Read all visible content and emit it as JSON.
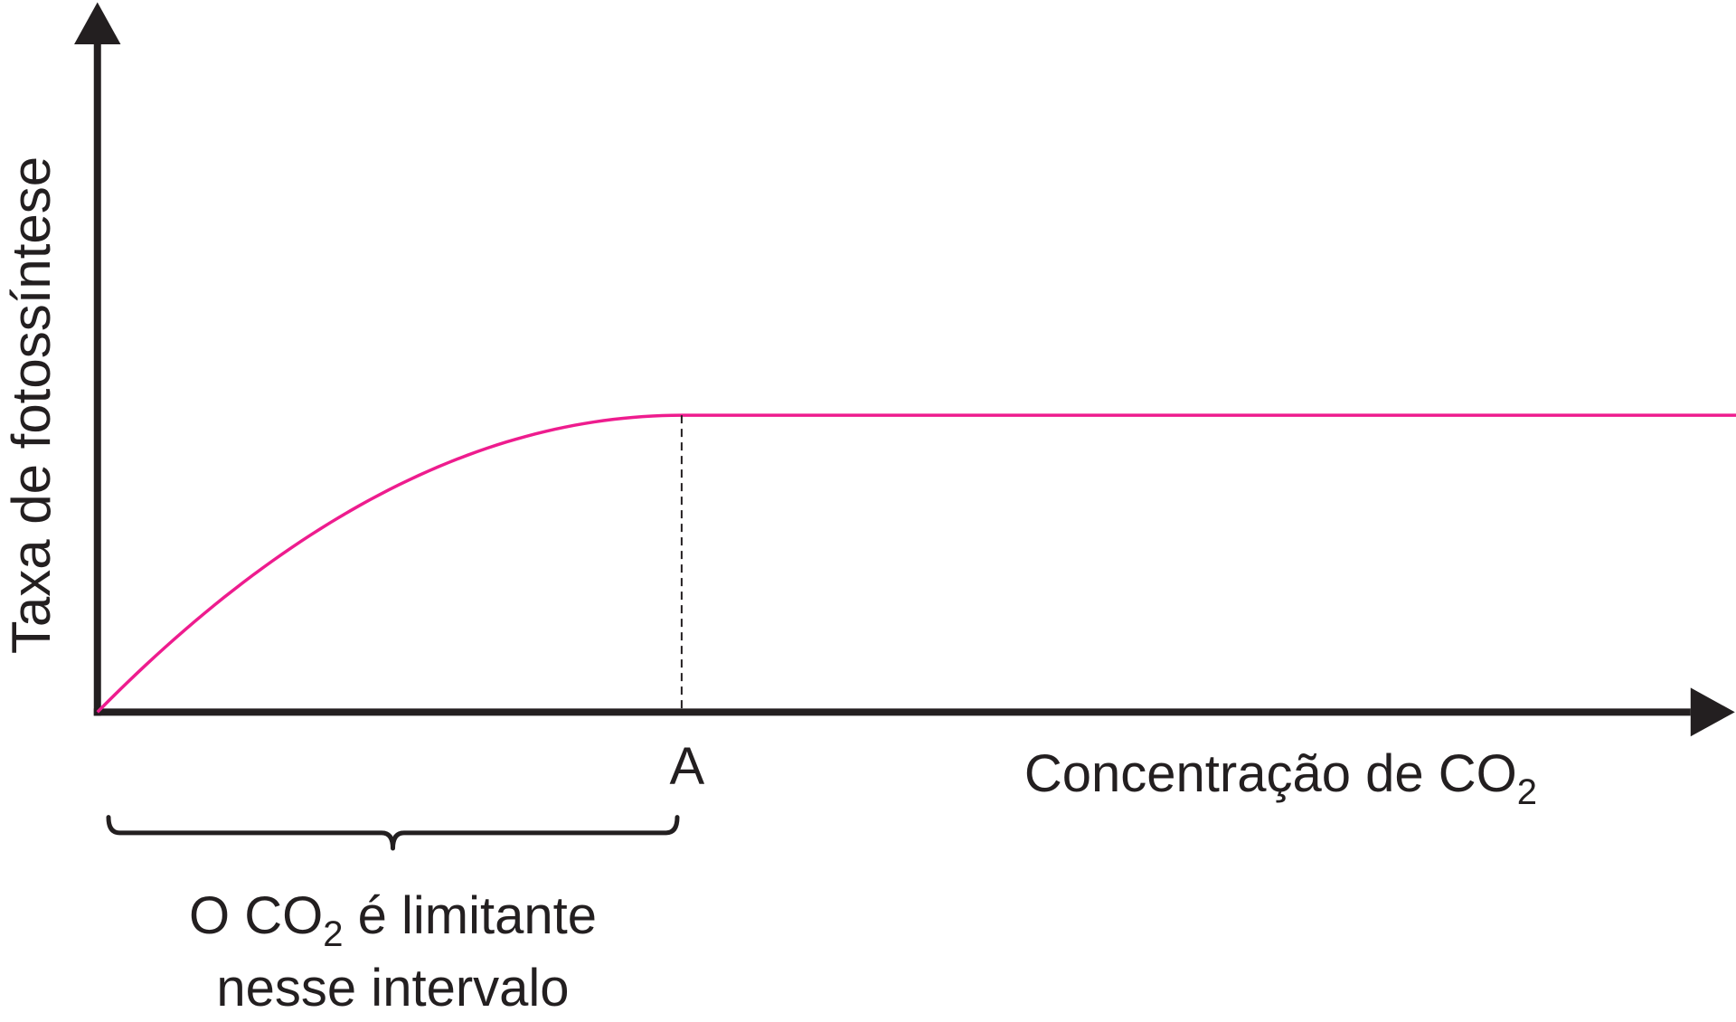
{
  "chart_data": {
    "type": "line",
    "title": "",
    "xlabel": "Concentração de CO",
    "xlabel_subscript": "2",
    "ylabel": "Taxa de fotossíntese",
    "xlim": [
      0,
      1
    ],
    "ylim": [
      0,
      1
    ],
    "grid": false,
    "series": [
      {
        "color": "#ee1c8e",
        "x": [
          0,
          0.05,
          0.1,
          0.15,
          0.2,
          0.25,
          0.3,
          0.34,
          1.0
        ],
        "y": [
          0,
          0.269,
          0.509,
          0.701,
          0.846,
          0.941,
          0.991,
          1.0,
          1.0
        ]
      }
    ],
    "annotations": {
      "point_a": {
        "x": 0.34,
        "label": "A"
      },
      "interval": {
        "x_start": 0,
        "x_end": 0.34,
        "text_line1_pre": "O CO",
        "text_line1_sub": "2",
        "text_line1_post": " é limitante",
        "text_line2": "nesse intervalo"
      }
    }
  },
  "colors": {
    "axis": "#231f20",
    "curve": "#ee1c8e",
    "text": "#231f20"
  }
}
